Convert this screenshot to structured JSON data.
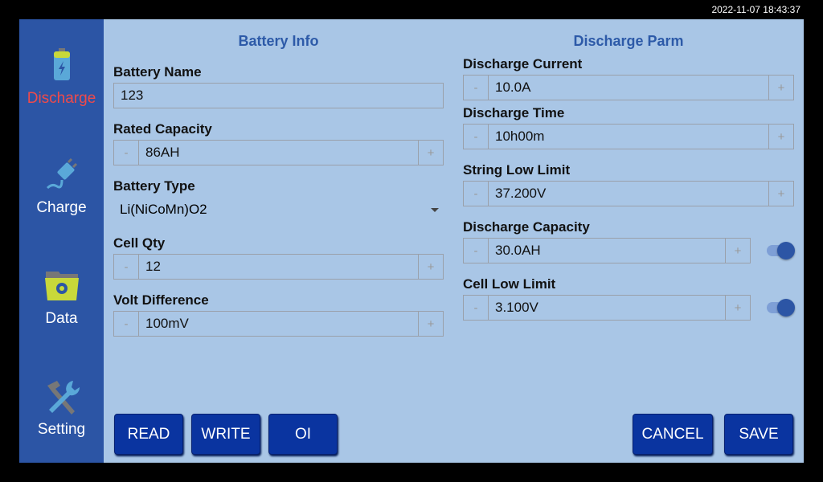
{
  "status": {
    "datetime": "2022-11-07 18:43:37"
  },
  "sidebar": {
    "items": [
      {
        "label": "Discharge",
        "active": true
      },
      {
        "label": "Charge"
      },
      {
        "label": "Data"
      },
      {
        "label": "Setting"
      }
    ]
  },
  "battery_info": {
    "title": "Battery Info",
    "battery_name": {
      "label": "Battery Name",
      "value": "123"
    },
    "rated_capacity": {
      "label": "Rated Capacity",
      "value": "86AH"
    },
    "battery_type": {
      "label": "Battery Type",
      "value": "Li(NiCoMn)O2"
    },
    "cell_qty": {
      "label": "Cell Qty",
      "value": "12"
    },
    "volt_difference": {
      "label": "Volt Difference",
      "value": "100mV"
    }
  },
  "discharge_parm": {
    "title": "Discharge Parm",
    "current": {
      "label": "Discharge Current",
      "value": "10.0A"
    },
    "time": {
      "label": "Discharge Time",
      "value": "10h00m"
    },
    "string_low": {
      "label": "String Low Limit",
      "value": "37.200V"
    },
    "capacity": {
      "label": "Discharge Capacity",
      "value": "30.0AH",
      "enabled": true
    },
    "cell_low": {
      "label": "Cell Low Limit",
      "value": "3.100V",
      "enabled": true
    }
  },
  "stepper": {
    "minus": "-",
    "plus": "+"
  },
  "buttons": {
    "read": "READ",
    "write": "WRITE",
    "oi": "OI",
    "cancel": "CANCEL",
    "save": "SAVE"
  },
  "colors": {
    "sidebar": "#2c55a5",
    "content": "#a9c6e6",
    "active": "#f04a4a",
    "button": "#0a34a0"
  }
}
